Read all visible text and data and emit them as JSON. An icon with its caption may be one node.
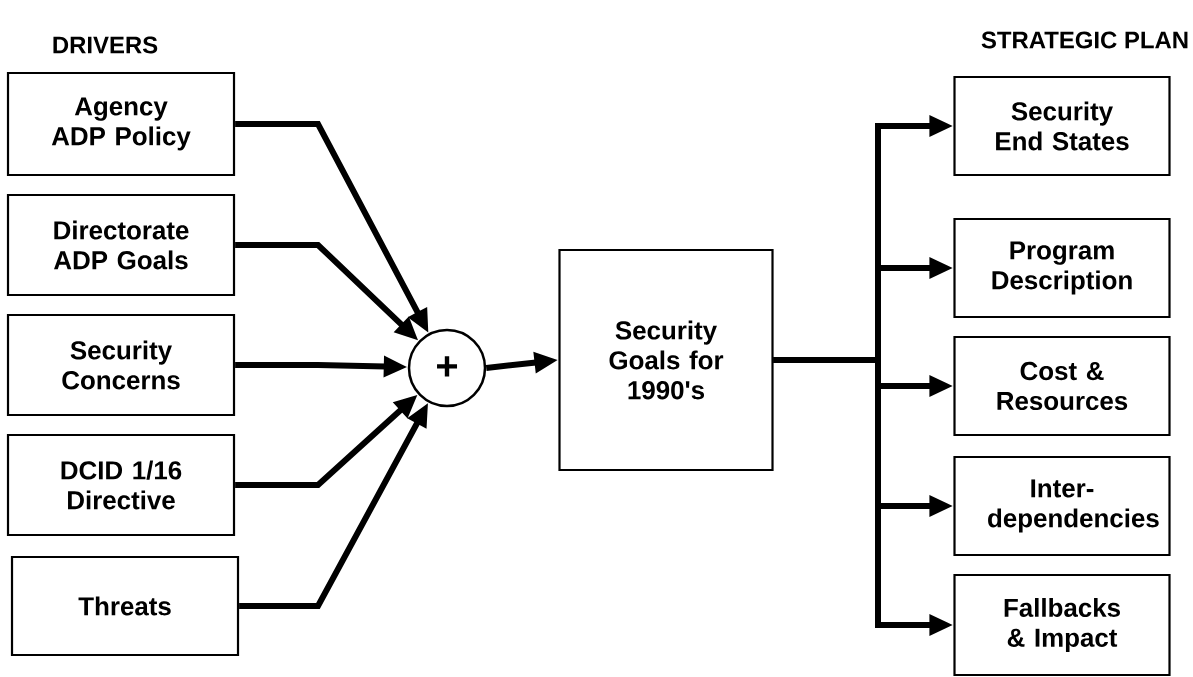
{
  "diagram": {
    "nodes": [
      {
        "text": [
          "Agency ADP Policy"
        ]
      },
      {
        "text": [
          "Directorate ADP Goals"
        ]
      },
      {
        "text": [
          "Security Concerns"
        ]
      },
      {
        "text": [
          "DCID 1/16 Directive"
        ]
      },
      {
        "text": [
          "Threats"
        ]
      },
      {
        "text": [
          "+"
        ]
      },
      {
        "text": [
          "Security Goals for 1990's"
        ]
      },
      {
        "text": [
          "Security End States"
        ]
      },
      {
        "text": [
          "Program Description"
        ]
      },
      {
        "text": [
          "Cost & Resources"
        ]
      },
      {
        "text": [
          "Inter- dependencies"
        ]
      },
      {
        "text": [
          "Fallbacks & Impact"
        ]
      }
    ],
    "edges": [
      {
        "from": 0,
        "to": 5,
        "arrow": "to"
      },
      {
        "from": 1,
        "to": 5,
        "arrow": "to"
      },
      {
        "from": 2,
        "to": 5,
        "arrow": "to"
      },
      {
        "from": 3,
        "to": 5,
        "arrow": "to"
      },
      {
        "from": 4,
        "to": 5,
        "arrow": "to"
      },
      {
        "from": 5,
        "to": 6,
        "arrow": "to"
      },
      {
        "from": 6,
        "to": 7,
        "arrow": "to"
      },
      {
        "from": 6,
        "to": 8,
        "arrow": "to"
      },
      {
        "from": 6,
        "to": 9,
        "arrow": "to"
      },
      {
        "from": 6,
        "to": 10,
        "arrow": "to"
      },
      {
        "from": 6,
        "to": 11,
        "arrow": "to"
      }
    ],
    "labels": [
      "DRIVERS",
      "STRATEGIC PLAN"
    ]
  }
}
